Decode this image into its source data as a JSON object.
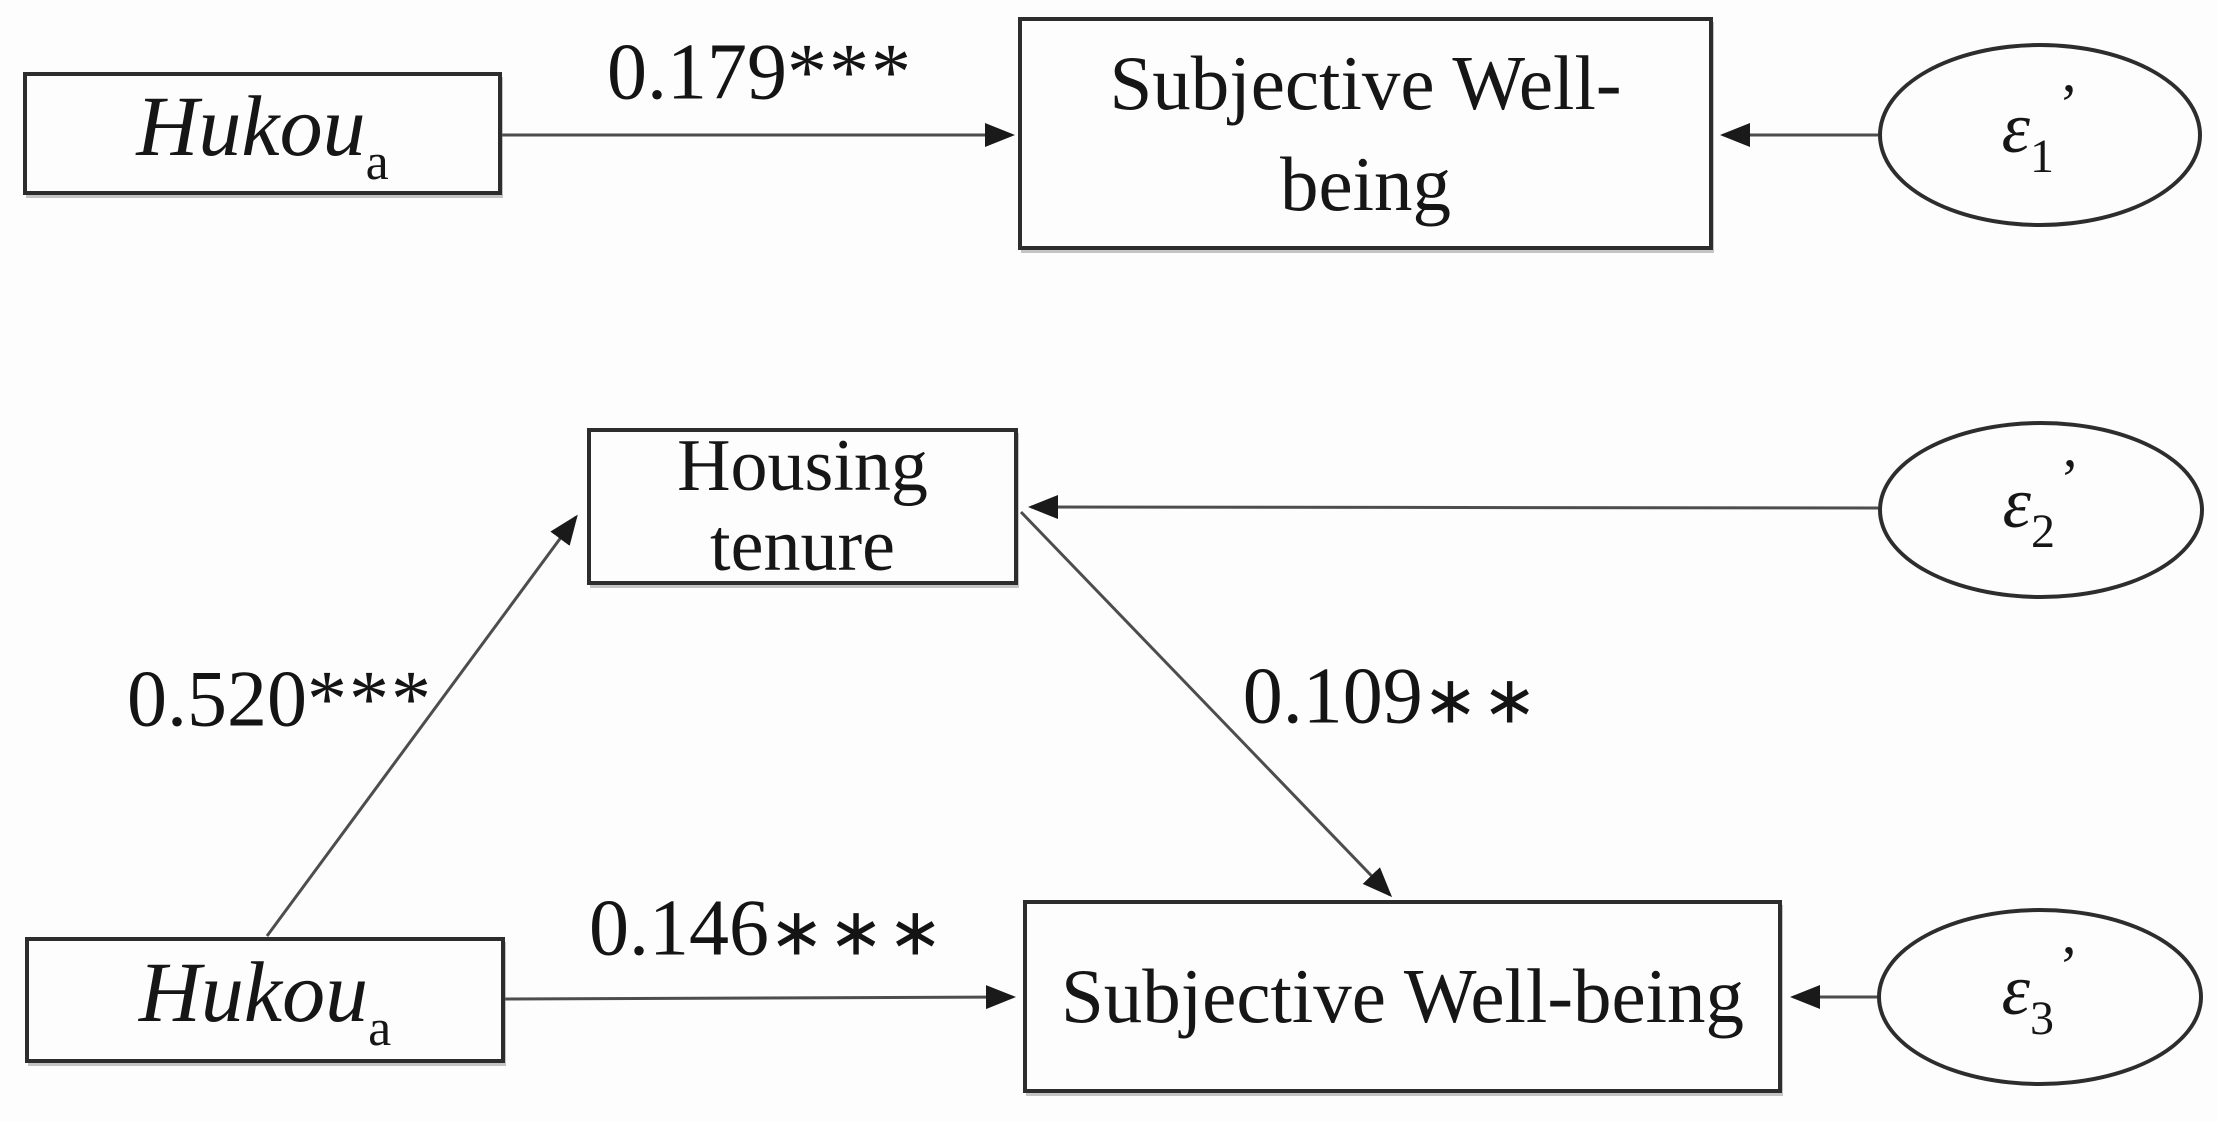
{
  "diagram_type": "mediation-path-diagram",
  "nodes": {
    "hukou_top": {
      "label": "Hukou",
      "subscript": "a"
    },
    "swb_top": {
      "line1": "Subjective Well-",
      "line2": "being"
    },
    "housing": {
      "line1": "Housing",
      "line2": "tenure"
    },
    "hukou_bottom": {
      "label": "Hukou",
      "subscript": "a"
    },
    "swb_bottom": {
      "label": "Subjective Well-being"
    },
    "eps1": {
      "symbol": "ε",
      "subscript": "1",
      "prime": "’"
    },
    "eps2": {
      "symbol": "ε",
      "subscript": "2",
      "prime": "’"
    },
    "eps3": {
      "symbol": "ε",
      "subscript": "3",
      "prime": "’"
    }
  },
  "coefficients": {
    "total_effect": {
      "value": "0.179",
      "stars": "***"
    },
    "a_path": {
      "value": "0.520",
      "stars": "***"
    },
    "direct_effect": {
      "value": "0.146",
      "stars": "∗∗∗"
    },
    "b_path": {
      "value": "0.109",
      "stars": "∗∗"
    }
  },
  "colors": {
    "background": "#fdfdfd",
    "node_border": "#2d2d2d",
    "connector": "#4d4d4d",
    "arrowhead": "#1a1a1a",
    "text": "#161616"
  }
}
